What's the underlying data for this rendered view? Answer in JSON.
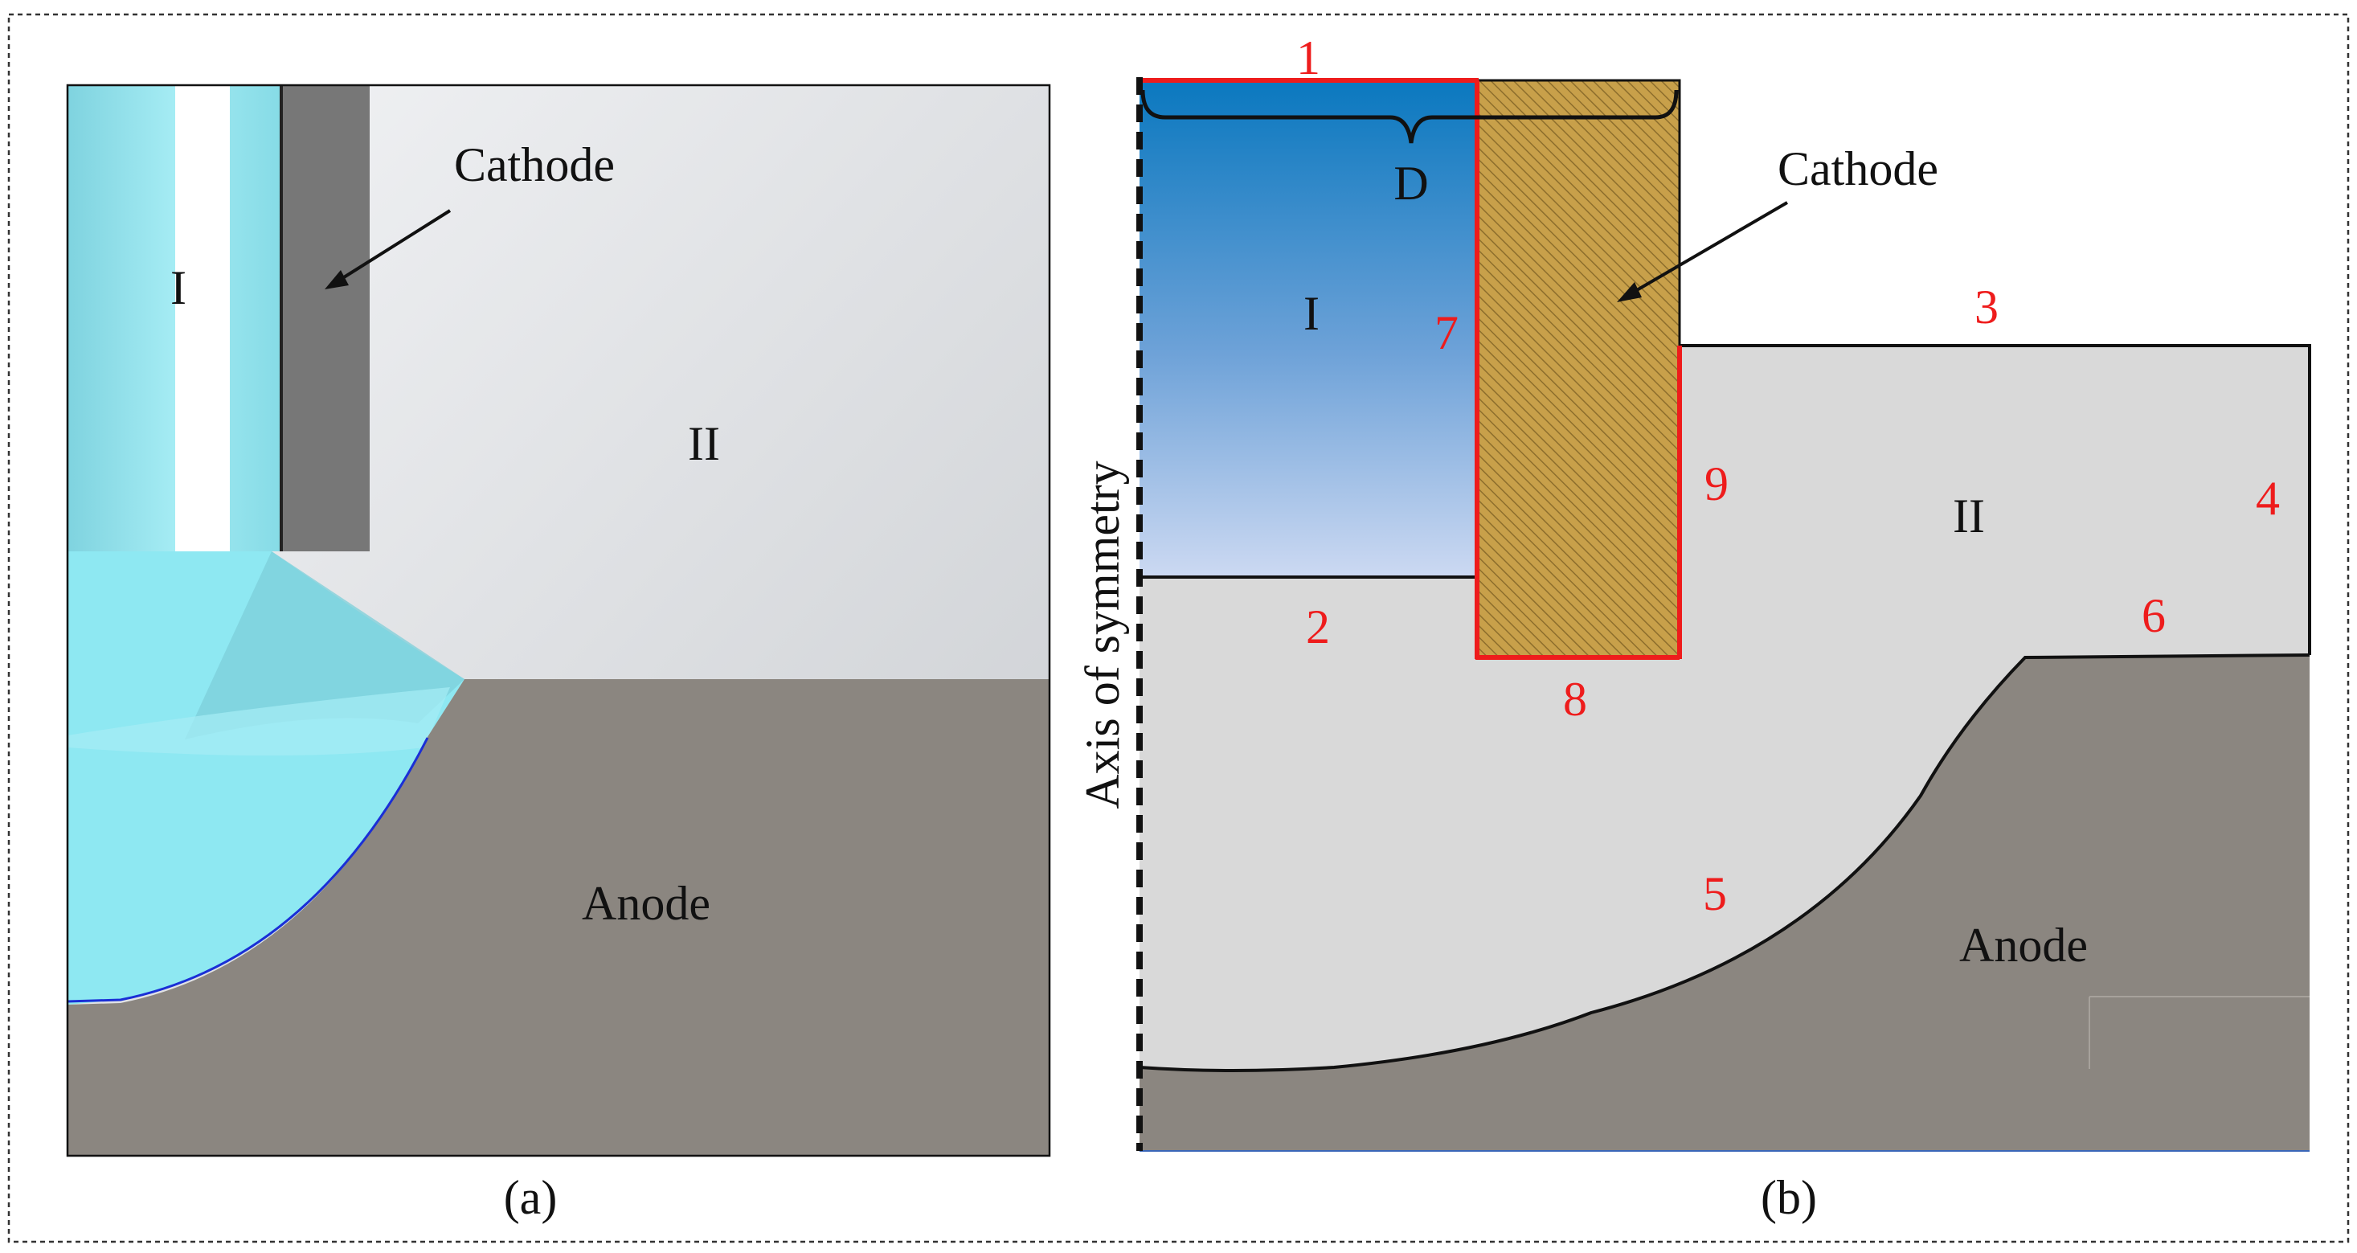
{
  "panel_a": {
    "caption": "(a)",
    "labels": {
      "cathode": "Cathode",
      "region_1": "I",
      "region_2": "II",
      "anode": "Anode"
    }
  },
  "panel_b": {
    "caption": "(b)",
    "labels": {
      "cathode": "Cathode",
      "region_1": "I",
      "region_2": "II",
      "anode": "Anode",
      "width": "D",
      "axis": "Axis of symmetry"
    },
    "boundaries": [
      "1",
      "2",
      "3",
      "4",
      "5",
      "6",
      "7",
      "8",
      "9"
    ]
  },
  "colors": {
    "electrolyte": "#8ee8f2",
    "cathode_a": "#777777",
    "anode": "#8b8680",
    "gap": "#d9d9d9",
    "cathode_b": "#c8a04a",
    "boundary_red": "#ee1c1c",
    "region_blue_top": "#0a78bf",
    "region_blue_bottom": "#ccd9f2"
  }
}
